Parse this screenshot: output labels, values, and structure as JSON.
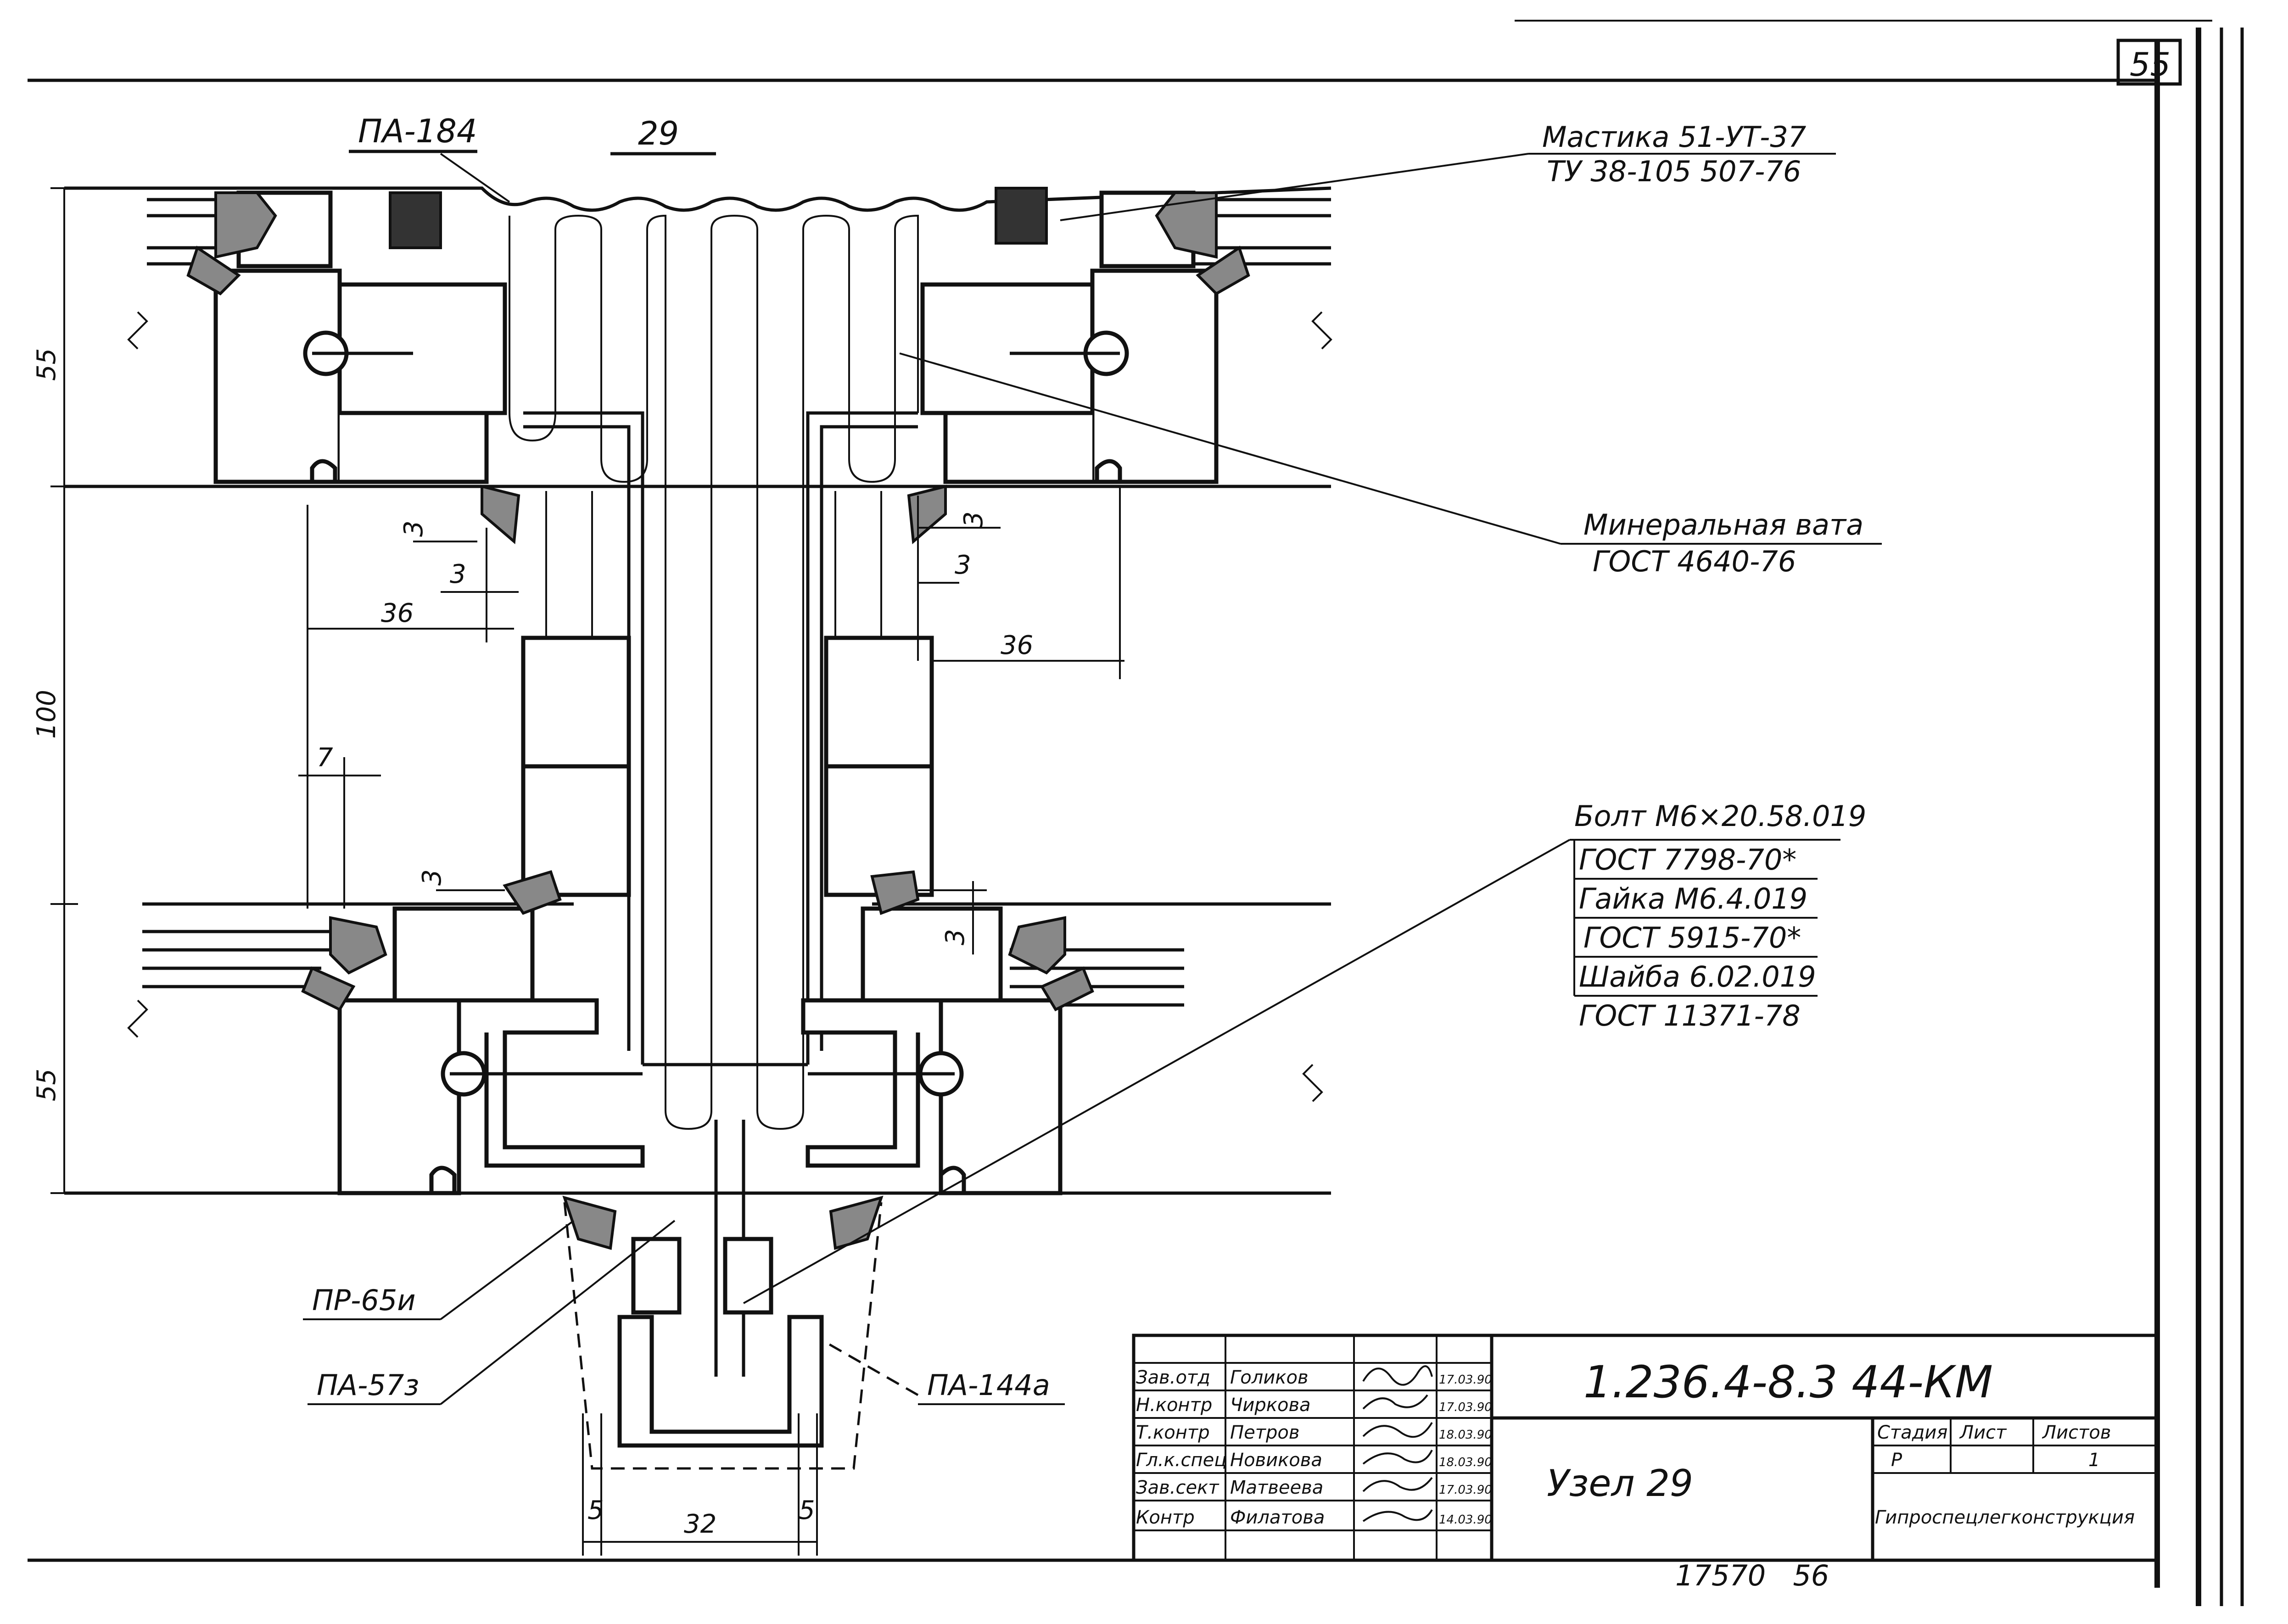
{
  "sheet": {
    "page_number": "55",
    "node_label": "29"
  },
  "callouts": {
    "pa184": "ПА-184",
    "mastic_1": "Мастика 51-УТ-37",
    "mastic_2": "ТУ 38-105 507-76",
    "mineral_1": "Минеральная вата",
    "mineral_2": "ГОСТ 4640-76",
    "bolt_1": "Болт М6×20.58.019",
    "bolt_2": "ГОСТ 7798-70*",
    "bolt_3": "Гайка М6.4.019",
    "bolt_4": "ГОСТ 5915-70*",
    "bolt_5": "Шайба 6.02.019",
    "bolt_6": "ГОСТ 11371-78",
    "pr65": "ПР-65и",
    "pa57": "ПА-57з",
    "pa144": "ПА-144а"
  },
  "dimensions": {
    "d55_top": "55",
    "d100": "100",
    "d55_bottom": "55",
    "d3_a": "3",
    "d3_b": "3",
    "d36_left": "36",
    "d7": "7",
    "d3_c": "3",
    "d3_right_a": "3",
    "d3_right_b": "3",
    "d36_right": "36",
    "d3_right_c": "3",
    "d5_left": "5",
    "d32": "32",
    "d5_right": "5"
  },
  "title_block": {
    "code": "1.236.4-8.3  44-КМ",
    "title": "Узел 29",
    "stage_header": "Стадия",
    "sheet_header": "Лист",
    "sheets_header": "Листов",
    "stage_value": "Р",
    "sheets_value": "1",
    "organization": "Гипроспецлегконструкция",
    "rows": [
      {
        "role": "Зав.отд",
        "name": "Голиков",
        "date": "17.03.90"
      },
      {
        "role": "Н.контр",
        "name": "Чиркова",
        "date": "17.03.90"
      },
      {
        "role": "Т.контр",
        "name": "Петров",
        "date": "18.03.90"
      },
      {
        "role": "Гл.к.спец",
        "name": "Новикова",
        "date": "18.03.90"
      },
      {
        "role": "Зав.сект",
        "name": "Матвеева",
        "date": "17.03.90"
      },
      {
        "role": "Контр",
        "name": "Филатова",
        "date": "14.03.90"
      }
    ],
    "bottom_numbers": "17570   56"
  }
}
